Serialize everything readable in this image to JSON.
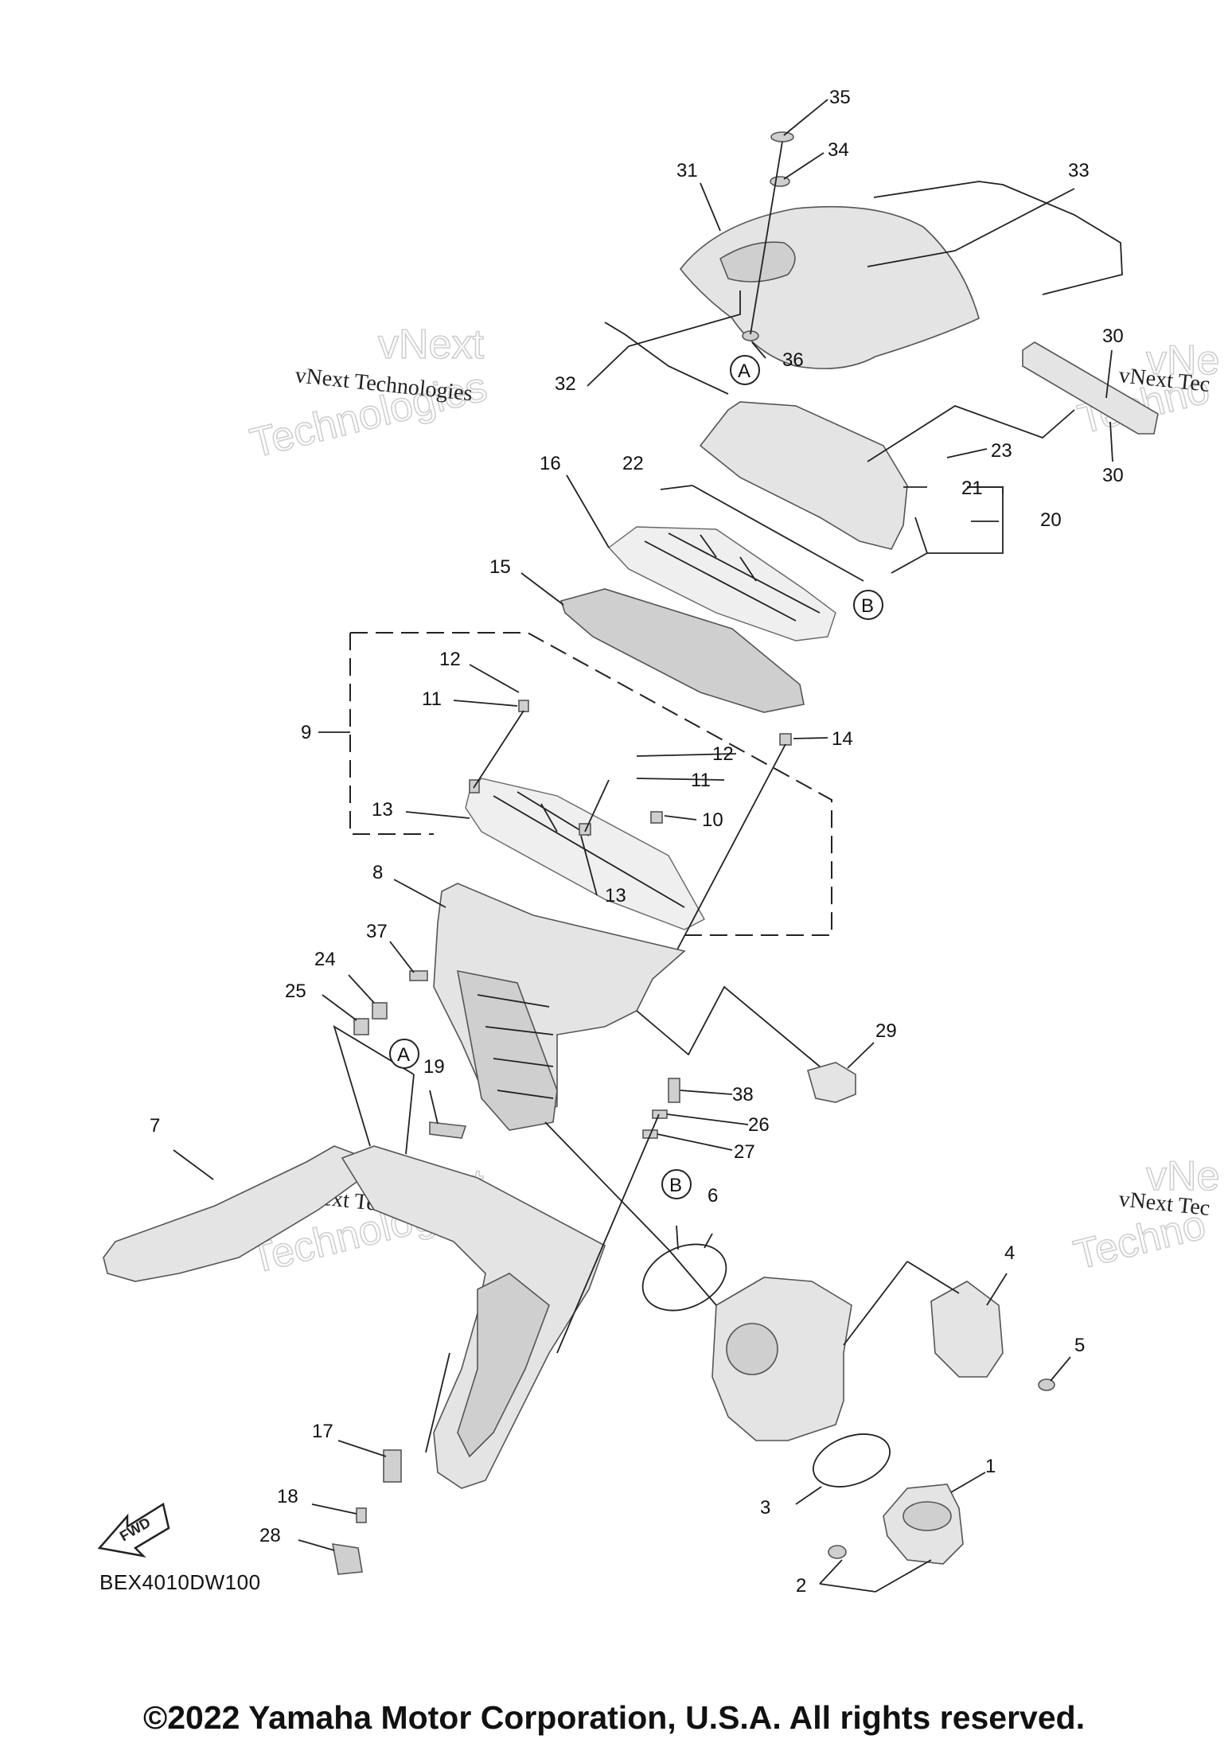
{
  "callouts": {
    "c35": "35",
    "c34": "34",
    "c31": "31",
    "c33": "33",
    "c32": "32",
    "c36": "36",
    "c30a": "30",
    "c30b": "30",
    "c23": "23",
    "c21": "21",
    "c20": "20",
    "c22": "22",
    "c16": "16",
    "c15": "15",
    "c12a": "12",
    "c11a": "11",
    "c9": "9",
    "c14": "14",
    "c12b": "12",
    "c11b": "11",
    "c10": "10",
    "c13a": "13",
    "c13b": "13",
    "c8": "8",
    "c37": "37",
    "c24": "24",
    "c25": "25",
    "c29": "29",
    "c19": "19",
    "c38": "38",
    "c26": "26",
    "c27": "27",
    "c7": "7",
    "c6": "6",
    "c4": "4",
    "c5": "5",
    "c17": "17",
    "c18": "18",
    "c3": "3",
    "c1": "1",
    "c28": "28",
    "c2": "2"
  },
  "reference_markers": {
    "a_top": "A",
    "b_top": "B",
    "a_mid": "A",
    "b_mid": "B"
  },
  "watermarks": {
    "brand_line": "vNext Technologies",
    "brand_big1": "vNext",
    "brand_big2": "Technologies",
    "brand_right_line": "vNext Tec",
    "brand_right_big1": "vNe",
    "brand_right_big2": "Techno"
  },
  "fwd_arrow_label": "FWD",
  "diagram_code": "BEX4010DW100",
  "copyright": "©2022 Yamaha Motor Corporation, U.S.A. All rights reserved."
}
